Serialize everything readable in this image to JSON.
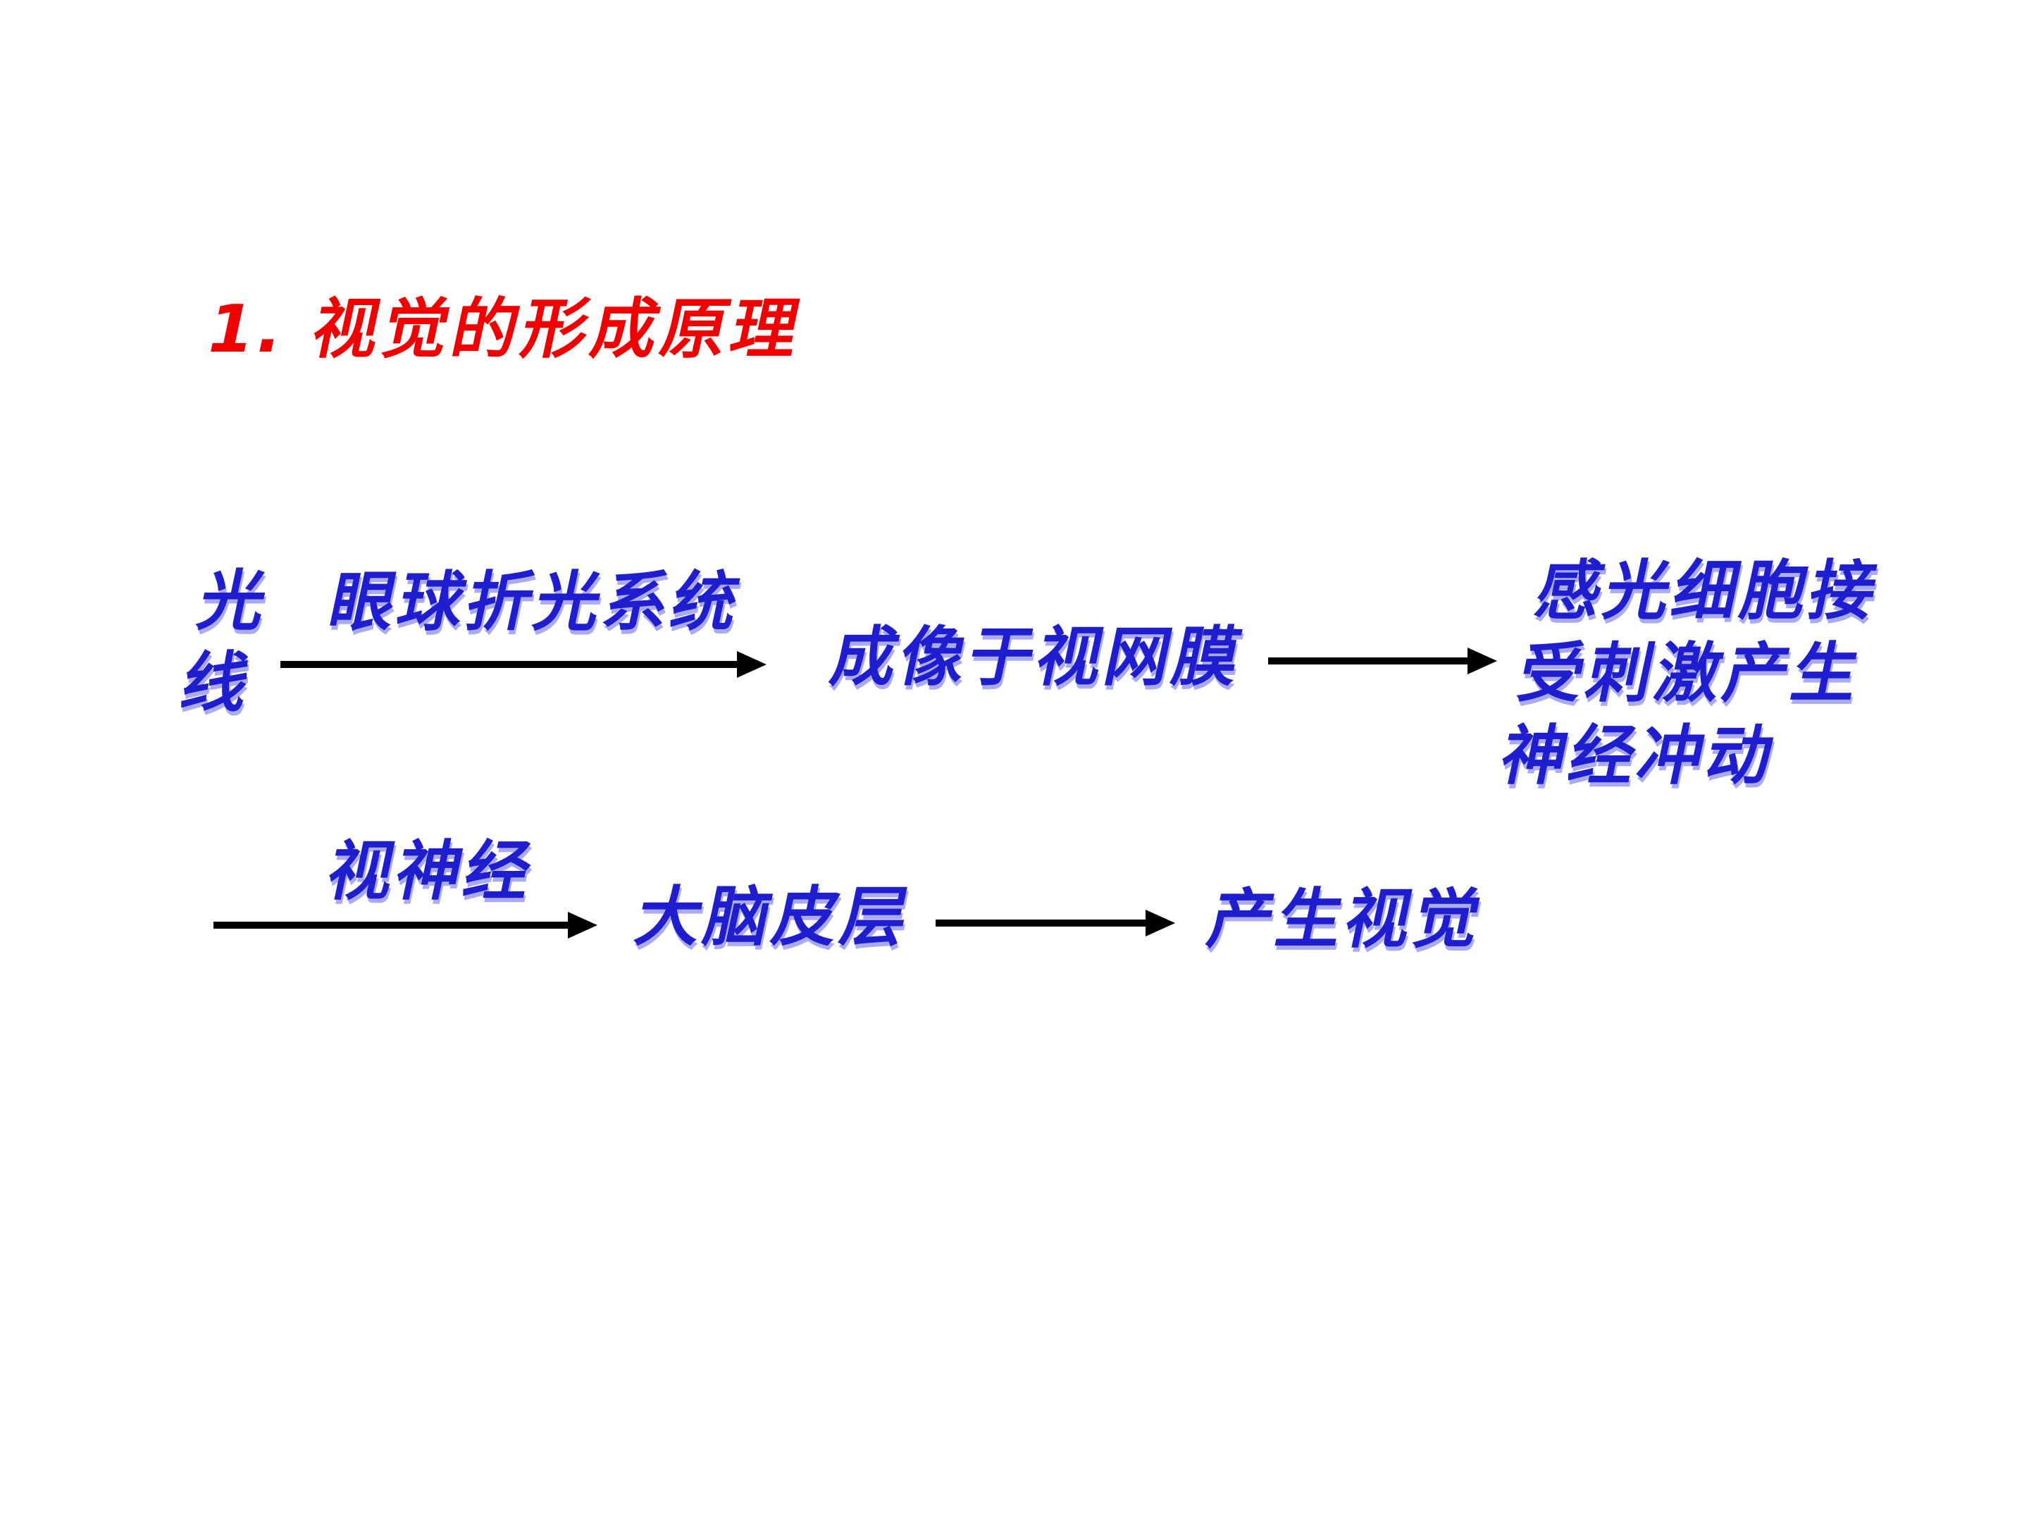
{
  "slide": {
    "title": "1. 视觉的形成原理",
    "flow": {
      "source": "光\n线",
      "arrow1_label": "眼球折光系统",
      "node_retina": "成像于视网膜",
      "node_photoreceptor": "感光细胞接\n受刺激产生\n神经冲动",
      "arrow3_label": "视神经",
      "node_cortex": "大脑皮层",
      "node_vision": "产生视觉"
    },
    "colors": {
      "title": "#f20000",
      "text": "#1e1ed0",
      "arrow": "#000000",
      "background": "#ffffff"
    }
  }
}
